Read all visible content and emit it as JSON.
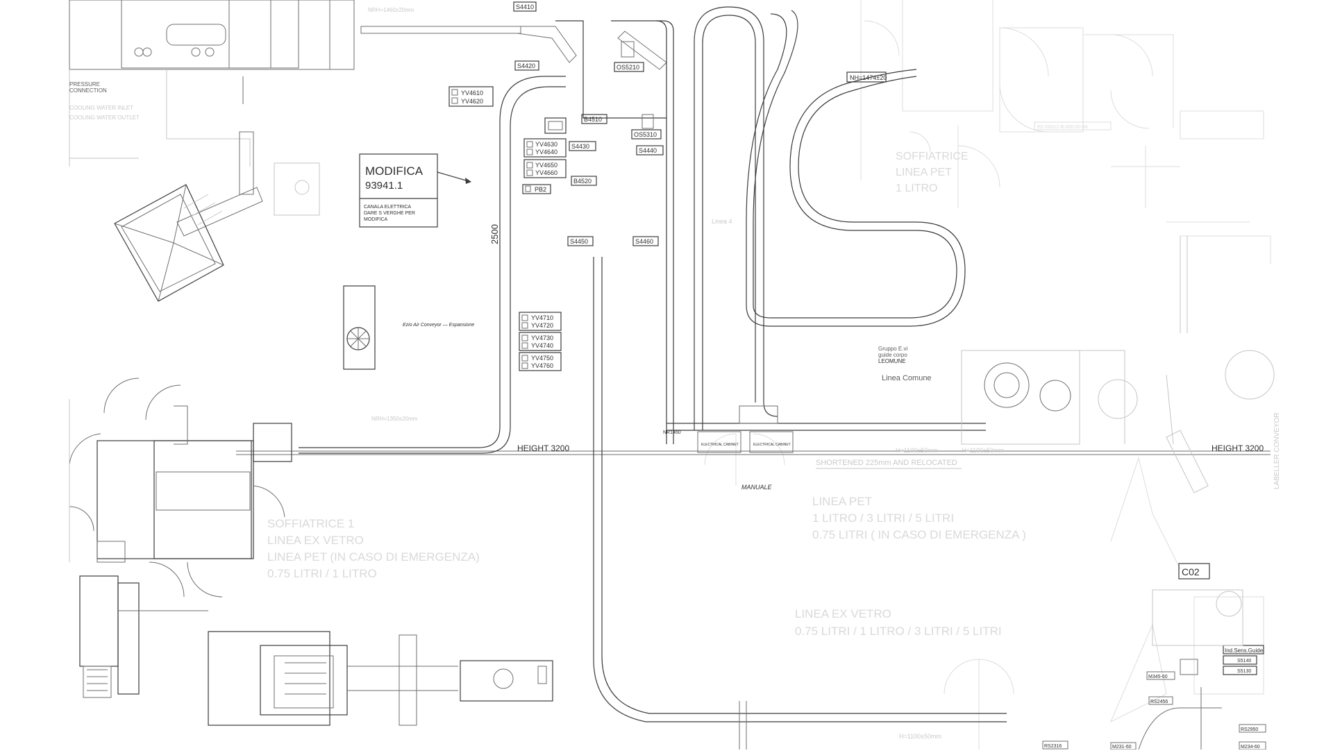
{
  "modifica": {
    "title": "MODIFICA",
    "number": "93941.1",
    "note_line1": "CANALA ELETTRICA",
    "note_line2": "DARE S VERGHE PER",
    "note_line3": "MODIFICA"
  },
  "tags": {
    "s4410": "S4410",
    "s4420": "S4420",
    "s4430": "S4430",
    "s4440": "S4440",
    "s4450": "S4450",
    "s4460": "S4460",
    "b4510": "B4510",
    "b4520": "B4520",
    "os5210": "OS5210",
    "os5310": "OS5310",
    "pb2": "PB2",
    "yv4610": "YV4610",
    "yv4620": "YV4620",
    "yv4630": "YV4630",
    "yv4640": "YV4640",
    "yv4650": "YV4650",
    "yv4660": "YV4660",
    "yv4710": "YV4710",
    "yv4720": "YV4720",
    "yv4730": "YV4730",
    "yv4740": "YV4740",
    "yv4750": "YV4750",
    "yv4760": "YV4760",
    "nh": "NH=1474±20",
    "c02": "C02",
    "ind_sens": "Ind.Sens.Guide",
    "s5140": "S5140",
    "s5130": "S5130",
    "m345": "M345-60",
    "rs2456": "RS2456",
    "rs2950": "RS2950",
    "m234": "M234-60",
    "rs2316": "RS2316",
    "m231": "M231-60",
    "nr1460": "NR1460"
  },
  "labels": {
    "pressure1": "PRESSURE",
    "pressure2": "CONNECTION",
    "cooling_inlet": "COOLING WATER INLET",
    "cooling_outlet": "COOLING WATER OUTLET",
    "nrh_top": "NRH=1460±20mm",
    "nrh_mid": "NRH=1350±20mm",
    "air_conveyor": "Ezio Air Conveyor — Espansione",
    "dim_2500": "2500",
    "height_left": "HEIGHT 3200",
    "height_right": "HEIGHT 3200",
    "shortened": "SHORTENED 225mm AND RELOCATED",
    "manuale": "MANUALE",
    "gruppo1": "Gruppo E.vi",
    "gruppo2": "guide corpo",
    "gruppo3": "LEOMUNE",
    "linea_comune": "Linea Comune",
    "linea_4": "Linea 4",
    "h_right": "H=1100±50mm",
    "h_bottom": "H=1100±50mm",
    "electrical_cabinet": "ELECTRICAL CABINET",
    "labeller": "LABELLER CONVEYOR"
  },
  "faint_text": {
    "soffiatrice_right_1": "SOFFIATRICE",
    "soffiatrice_right_2": "LINEA PET",
    "soffiatrice_right_3": "1 LITRO",
    "linea_pet_1": "LINEA PET",
    "linea_pet_2": "1 LITRO / 3 LITRI / 5 LITRI",
    "linea_pet_3": "0.75 LITRI ( IN CASO DI EMERGENZA )",
    "soffiatrice_left_1": "SOFFIATRICE 1",
    "soffiatrice_left_2": "LINEA EX VETRO",
    "soffiatrice_left_3": "LINEA PET (IN CASO DI EMERGENZA)",
    "soffiatrice_left_4": "0.75 LITRI / 1 LITRO",
    "linea_ex_vetro_1": "LINEA EX VETRO",
    "linea_ex_vetro_2": "0.75 LITRI / 1 LITRO / 3 LITRI / 5 LITRI",
    "drawing_code": "E0-X0012-B-000-00-04"
  }
}
